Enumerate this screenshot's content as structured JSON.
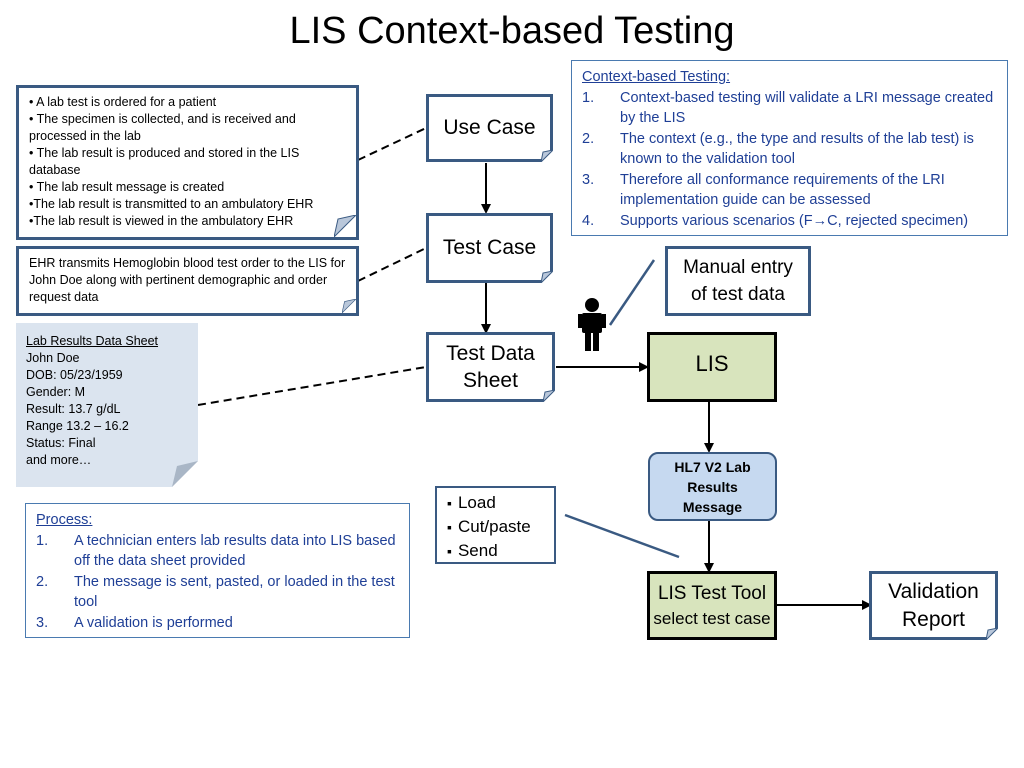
{
  "title": "LIS Context-based Testing",
  "use_case_note": {
    "items": [
      "• A lab test is ordered for a patient",
      "• The specimen is collected, and is received and processed in the lab",
      "• The lab result  is produced and stored in the LIS database",
      "• The lab result message is created",
      "•The lab result is transmitted to an ambulatory EHR",
      "•The lab result is viewed in the ambulatory  EHR"
    ]
  },
  "test_case_note": {
    "text": "EHR transmits Hemoglobin blood test order to the LIS for John Doe along with pertinent demographic and order request data"
  },
  "data_sheet": {
    "heading": "Lab Results Data Sheet",
    "lines": [
      "John Doe",
      "DOB: 05/23/1959",
      "Gender: M",
      "Result: 13.7 g/dL",
      "Range 13.2 – 16.2",
      "Status: Final",
      "and more…"
    ]
  },
  "flow": {
    "use_case": "Use Case",
    "test_case": "Test Case",
    "test_data_sheet": "Test Data Sheet",
    "lis": "LIS",
    "hl7": "HL7 V2 Lab Results Message",
    "tool_line1": "LIS Test Tool",
    "tool_line2": "select test case",
    "validation_report": "Validation Report",
    "manual_entry": "Manual entry of test data"
  },
  "context_box": {
    "heading": "Context-based Testing:",
    "items": [
      {
        "num": "1.",
        "text": "Context-based testing will validate a LRI message created by the LIS"
      },
      {
        "num": "2.",
        "text": "The context (e.g., the type and results of the lab test) is known to the validation tool"
      },
      {
        "num": "3.",
        "text": "Therefore all conformance requirements of the LRI implementation guide can be assessed"
      },
      {
        "num": "4.",
        "text": "Supports various scenarios (F→C, rejected specimen)"
      }
    ]
  },
  "load_box": {
    "items": [
      "Load",
      "Cut/paste",
      "Send"
    ]
  },
  "process_box": {
    "heading": "Process:",
    "items": [
      {
        "num": "1.",
        "text": "A technician enters lab results data into LIS based off the data sheet provided"
      },
      {
        "num": "2.",
        "text": "The message is sent, pasted, or loaded in the test tool"
      },
      {
        "num": "3.",
        "text": "A validation is performed"
      }
    ]
  },
  "colors": {
    "box_border": "#3a5a82",
    "lis_fill": "#d8e4bd",
    "hl7_fill": "#c6d9f0",
    "sheet_fill": "#dbe4ef",
    "info_text": "#1f3f96"
  },
  "icons": {
    "person": "person-icon"
  }
}
